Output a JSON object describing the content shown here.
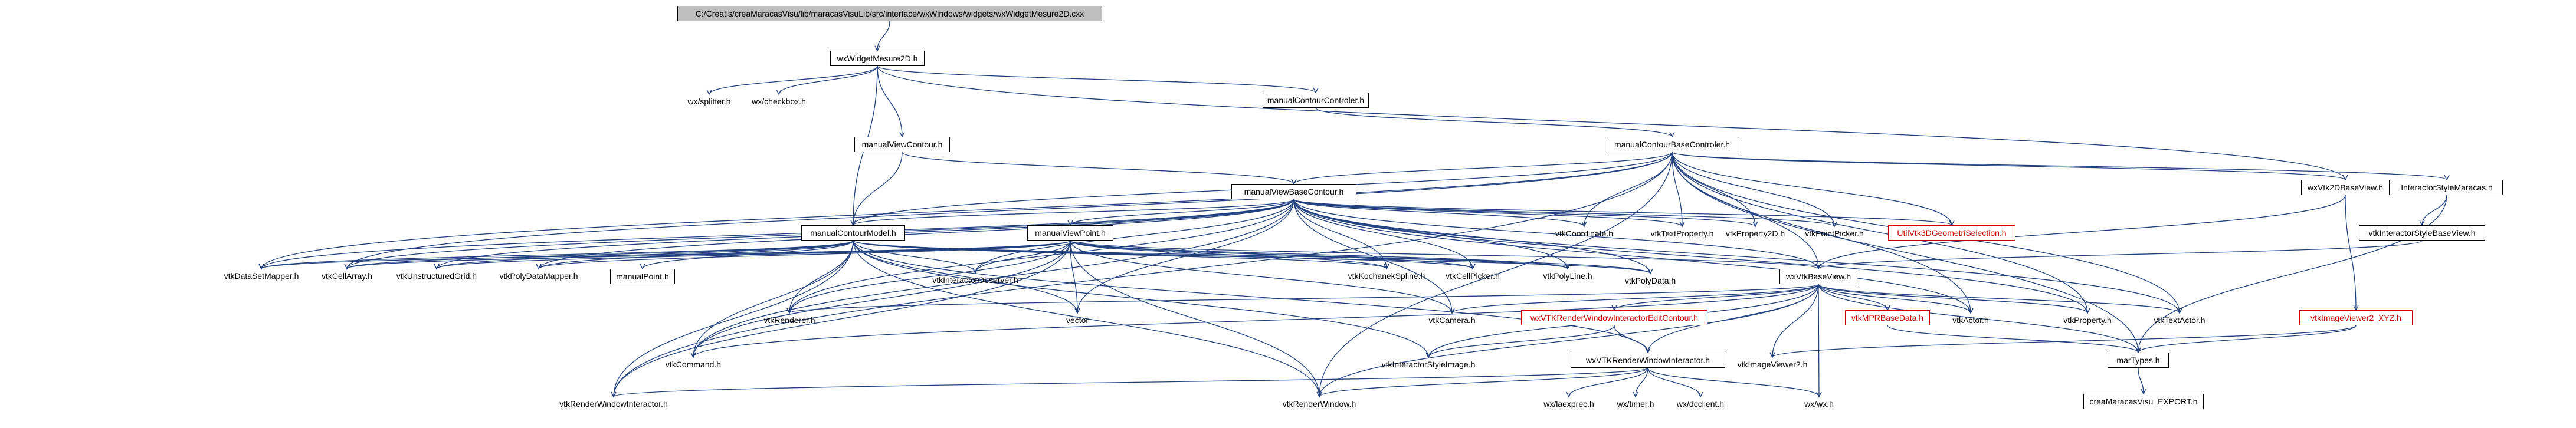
{
  "graph": {
    "root": "C:/Creatis/creaMaracasVisu/lib/maracasVisuLib/src/interface/wxWindows/widgets/wxWidgetMesure2D.cxx",
    "colors": {
      "edge": "#1f3f7f",
      "root_fill": "#bfbfbf",
      "undocumented": "#cc0000"
    },
    "nodes": {
      "wxWidgetMesure2D_h": "wxWidgetMesure2D.h",
      "wx_splitter": "wx/splitter.h",
      "wx_checkbox": "wx/checkbox.h",
      "manualContourControler": "manualContourControler.h",
      "manualViewContour": "manualViewContour.h",
      "manualContourBaseControler": "manualContourBaseControler.h",
      "wxVtk2DBaseView": "wxVtk2DBaseView.h",
      "InteractorStyleMaracas": "InteractorStyleMaracas.h",
      "manualViewBaseContour": "manualViewBaseContour.h",
      "vtkInteractorStyleBaseView": "vtkInteractorStyleBaseView.h",
      "manualContourModel": "manualContourModel.h",
      "manualViewPoint": "manualViewPoint.h",
      "vtkCoordinate": "vtkCoordinate.h",
      "vtkTextProperty": "vtkTextProperty.h",
      "vtkProperty2D": "vtkProperty2D.h",
      "vtkPointPicker": "vtkPointPicker.h",
      "UtilVtk3DGeometriSelection": "UtilVtk3DGeometriSelection.h",
      "vtkDataSetMapper": "vtkDataSetMapper.h",
      "vtkCellArray": "vtkCellArray.h",
      "vtkUnstructuredGrid": "vtkUnstructuredGrid.h",
      "vtkPolyDataMapper": "vtkPolyDataMapper.h",
      "manualPoint": "manualPoint.h",
      "vtkKochanekSpline": "vtkKochanekSpline.h",
      "vtkCellPicker": "vtkCellPicker.h",
      "vtkPolyLine": "vtkPolyLine.h",
      "vtkPolyData": "vtkPolyData.h",
      "wxVtkBaseView": "wxVtkBaseView.h",
      "vtkInteractorObserver": "vtkInteractorObserver.h",
      "vtkRenderer": "vtkRenderer.h",
      "vtkCamera": "vtkCamera.h",
      "vector": "vector",
      "vtkActor": "vtkActor.h",
      "vtkProperty": "vtkProperty.h",
      "vtkTextActor": "vtkTextActor.h",
      "vtkImageViewer2_XYZ": "vtkImageViewer2_XYZ.h",
      "vtkMPRBaseData": "vtkMPRBaseData.h",
      "wxVTKRenderWindowInteractorEditContour": "wxVTKRenderWindowInteractorEditContour.h",
      "vtkCommand": "vtkCommand.h",
      "vtkInteractorStyleImage": "vtkInteractorStyleImage.h",
      "wxVTKRenderWindowInteractor": "wxVTKRenderWindowInteractor.h",
      "vtkImageViewer2": "vtkImageViewer2.h",
      "marTypes": "marTypes.h",
      "vtkRenderWindowInteractor": "vtkRenderWindowInteractor.h",
      "vtkRenderWindow": "vtkRenderWindow.h",
      "wx_laexprec": "wx/laexprec.h",
      "wx_timer": "wx/timer.h",
      "wx_dcclient": "wx/dcclient.h",
      "wx_wx": "wx/wx.h",
      "creaMaracasVisu_EXPORT": "creaMaracasVisu_EXPORT.h"
    }
  }
}
